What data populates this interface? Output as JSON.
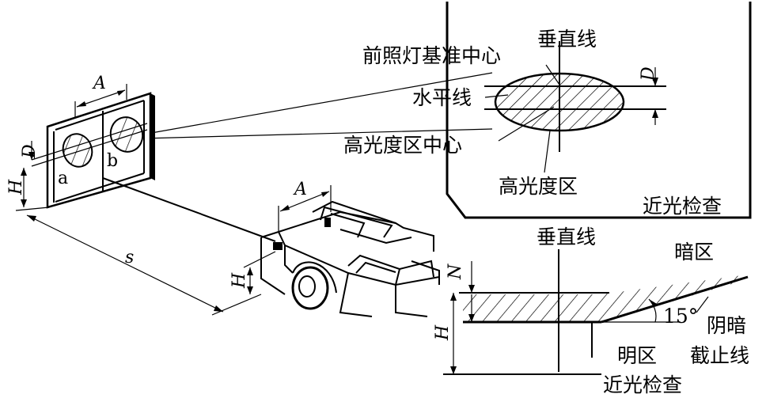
{
  "inset_top": {
    "labels": {
      "vertical_line": "垂直线",
      "headlamp_center": "前照灯基准中心",
      "horizontal_line": "水平线",
      "high_beam_center": "高光度区中心",
      "high_beam_zone": "高光度区",
      "low_beam_check": "近光检查",
      "offset": "D"
    }
  },
  "inset_bottom": {
    "labels": {
      "vertical_line": "垂直线",
      "dark_zone": "暗区",
      "angle": "15°",
      "cutoff_line_1": "阴暗",
      "cutoff_line_2": "截止线",
      "bright_zone": "明区",
      "low_beam_check": "近光检查",
      "n": "N",
      "h": "H"
    }
  },
  "scene": {
    "labels": {
      "screen_spacing": "A",
      "screen_d": "D",
      "screen_h": "H",
      "lamp_a": "a",
      "lamp_b": "b",
      "distance": "s",
      "car_spacing": "A",
      "car_h": "H"
    }
  }
}
